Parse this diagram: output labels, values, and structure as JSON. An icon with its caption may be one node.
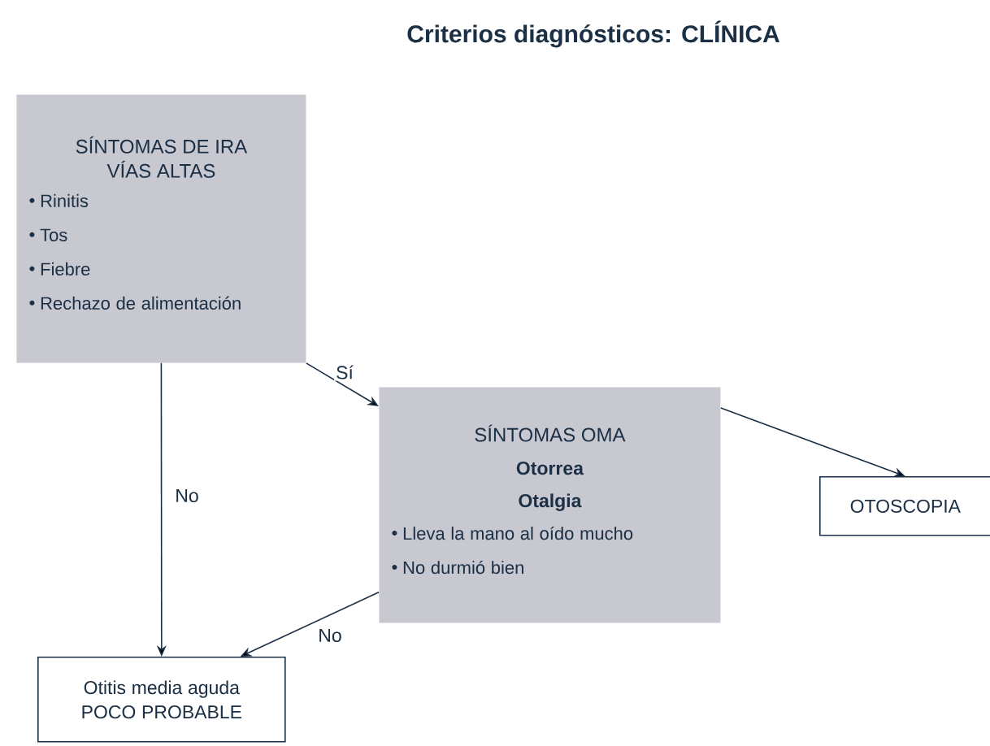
{
  "diagram": {
    "title": "Criterios diagnósticos: CLÍNICA",
    "nodes": [
      {
        "text": [
          "SÍNTOMAS DE IRA VÍAS ALTAS",
          "Rinitis",
          "Tos",
          "Fiebre",
          "Rechazo de alimentación"
        ]
      },
      {
        "text": [
          "SÍNTOMAS OMA",
          "Otorrea",
          "Otalgia",
          "Lleva la mano al oído mucho",
          "No durmió bien"
        ]
      },
      {
        "text": [
          "OTOSCOPIA"
        ]
      },
      {
        "text": [
          "Otitis media aguda POCO PROBABLE"
        ]
      }
    ],
    "edges": [
      {
        "from": 0,
        "to": 1,
        "arrow": "to",
        "label": "Sí"
      },
      {
        "from": 0,
        "to": 3,
        "arrow": "to",
        "label": "No"
      },
      {
        "from": 1,
        "to": 2,
        "arrow": "to"
      },
      {
        "from": 1,
        "to": 3,
        "arrow": "to",
        "label": "No"
      }
    ]
  }
}
